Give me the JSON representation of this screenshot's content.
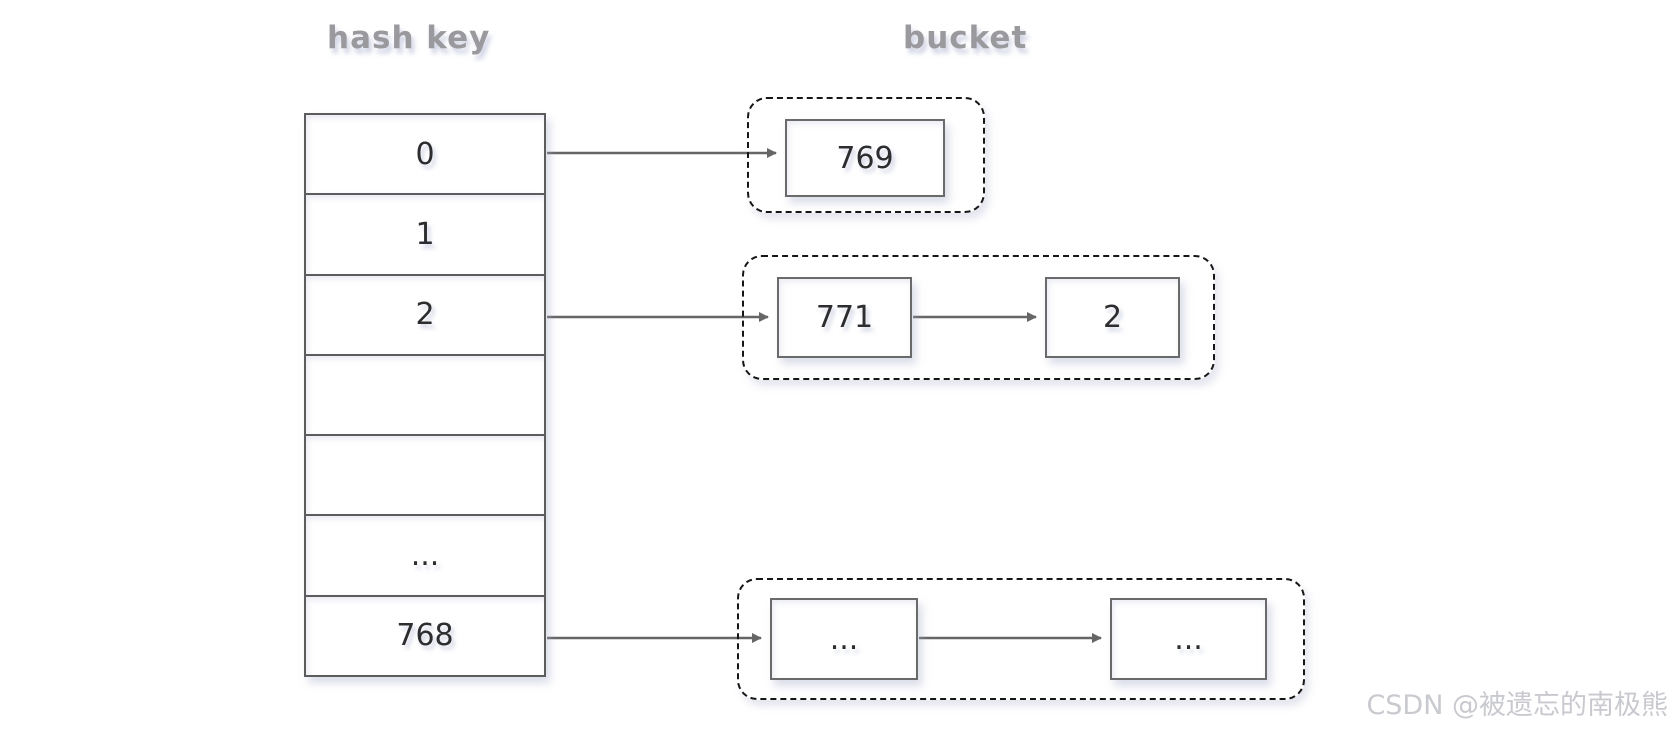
{
  "diagram": {
    "title_left": "hash key",
    "title_right": "bucket",
    "hash_table": {
      "cells": [
        {
          "label": "0"
        },
        {
          "label": "1"
        },
        {
          "label": "2"
        },
        {
          "label": ""
        },
        {
          "label": ""
        },
        {
          "label": "..."
        },
        {
          "label": "768"
        }
      ]
    },
    "buckets": [
      {
        "for_cell": "0",
        "nodes": [
          "769"
        ]
      },
      {
        "for_cell": "2",
        "nodes": [
          "771",
          "2"
        ]
      },
      {
        "for_cell": "768",
        "nodes": [
          "...",
          "..."
        ]
      }
    ],
    "colors": {
      "box_border": "#6a6a6a",
      "dashed_border": "#161616",
      "arrow": "#666666",
      "title_text": "#9a9a9e",
      "cell_text": "#2d2d2f",
      "watermark_text": "#c9cacf"
    },
    "watermark": "CSDN @被遗忘的南极熊"
  }
}
